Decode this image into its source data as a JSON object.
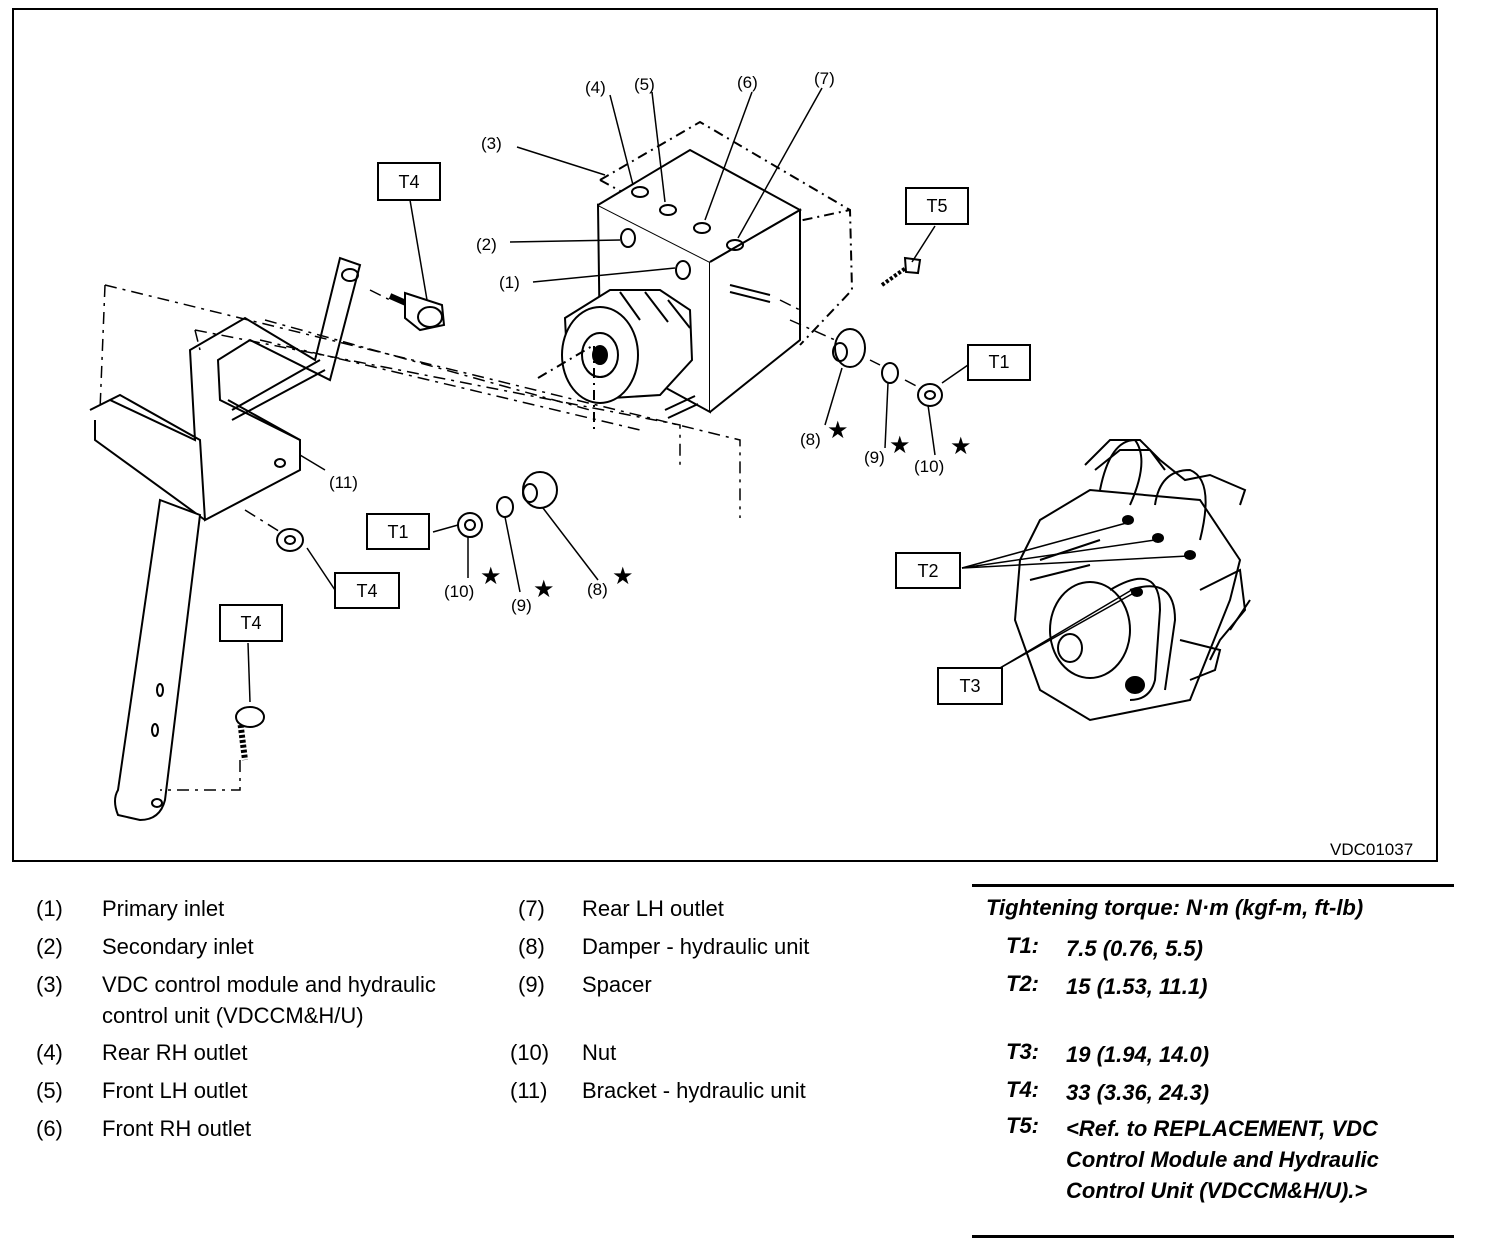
{
  "callouts": {
    "c1": "(1)",
    "c2": "(2)",
    "c3": "(3)",
    "c4": "(4)",
    "c5": "(5)",
    "c6": "(6)",
    "c7": "(7)",
    "c8": "(8)",
    "c9": "(9)",
    "c10": "(10)",
    "c11": "(11)",
    "star": "★"
  },
  "torque_labels": {
    "t1": "T1",
    "t2": "T2",
    "t3": "T3",
    "t4": "T4",
    "t5": "T5"
  },
  "figure_id": "VDC01037",
  "legend": [
    {
      "num": "(1)",
      "text": "Primary inlet"
    },
    {
      "num": "(2)",
      "text": "Secondary inlet"
    },
    {
      "num": "(3)",
      "text": "VDC control module and hydraulic control unit (VDCCM&H/U)"
    },
    {
      "num": "(4)",
      "text": "Rear RH outlet"
    },
    {
      "num": "(5)",
      "text": "Front LH outlet"
    },
    {
      "num": "(6)",
      "text": "Front RH outlet"
    },
    {
      "num": "(7)",
      "text": "Rear LH outlet"
    },
    {
      "num": "(8)",
      "text": "Damper - hydraulic unit"
    },
    {
      "num": "(9)",
      "text": "Spacer"
    },
    {
      "num": "(10)",
      "text": "Nut"
    },
    {
      "num": "(11)",
      "text": "Bracket - hydraulic unit"
    }
  ],
  "torque": {
    "title": "Tightening torque: N·m (kgf-m, ft-lb)",
    "rows": [
      {
        "key": "T1:",
        "value": "7.5 (0.76, 5.5)"
      },
      {
        "key": "T2:",
        "value": "15 (1.53, 11.1)"
      },
      {
        "key": "T3:",
        "value": "19 (1.94, 14.0)"
      },
      {
        "key": "T4:",
        "value": "33 (3.36, 24.3)"
      },
      {
        "key": "T5:",
        "value": "<Ref. to REPLACEMENT, VDC Control Module and Hydraulic Control Unit (VDCCM&H/U).>"
      }
    ]
  }
}
